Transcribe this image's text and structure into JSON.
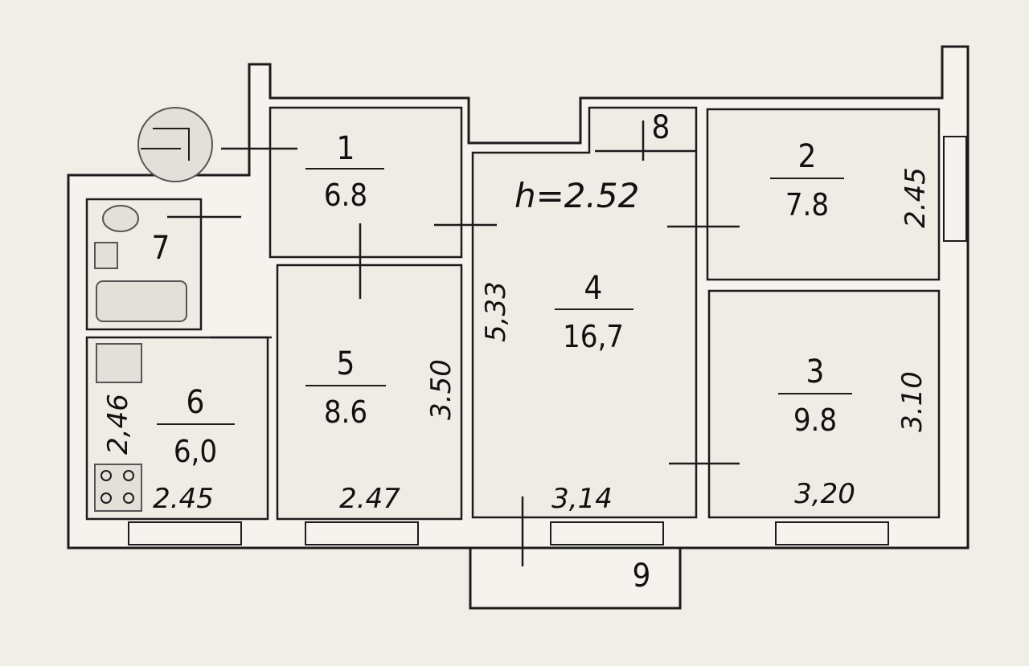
{
  "rooms": [
    {
      "id": "1",
      "number": "1",
      "area": "6.8"
    },
    {
      "id": "2",
      "number": "2",
      "area": "7.8"
    },
    {
      "id": "3",
      "number": "3",
      "area": "9.8"
    },
    {
      "id": "4",
      "number": "4",
      "area": "16,7"
    },
    {
      "id": "5",
      "number": "5",
      "area": "8.6"
    },
    {
      "id": "6",
      "number": "6",
      "area": "6,0"
    },
    {
      "id": "7",
      "number": "7"
    },
    {
      "id": "8",
      "number": "8"
    },
    {
      "id": "9",
      "number": "9"
    }
  ],
  "ceiling_height": "h=2.52",
  "dimensions": {
    "room4_width": "3,14",
    "room4_depth": "5,33",
    "room5_width": "2.47",
    "room5_depth": "3.50",
    "room6_width": "2.45",
    "room6_depth": "2,46",
    "room3_width": "3,20",
    "room3_depth": "3.10",
    "room2_depth": "2.45"
  },
  "colors": {
    "line": "#1c1c1c",
    "paper": "#f1ede7"
  }
}
